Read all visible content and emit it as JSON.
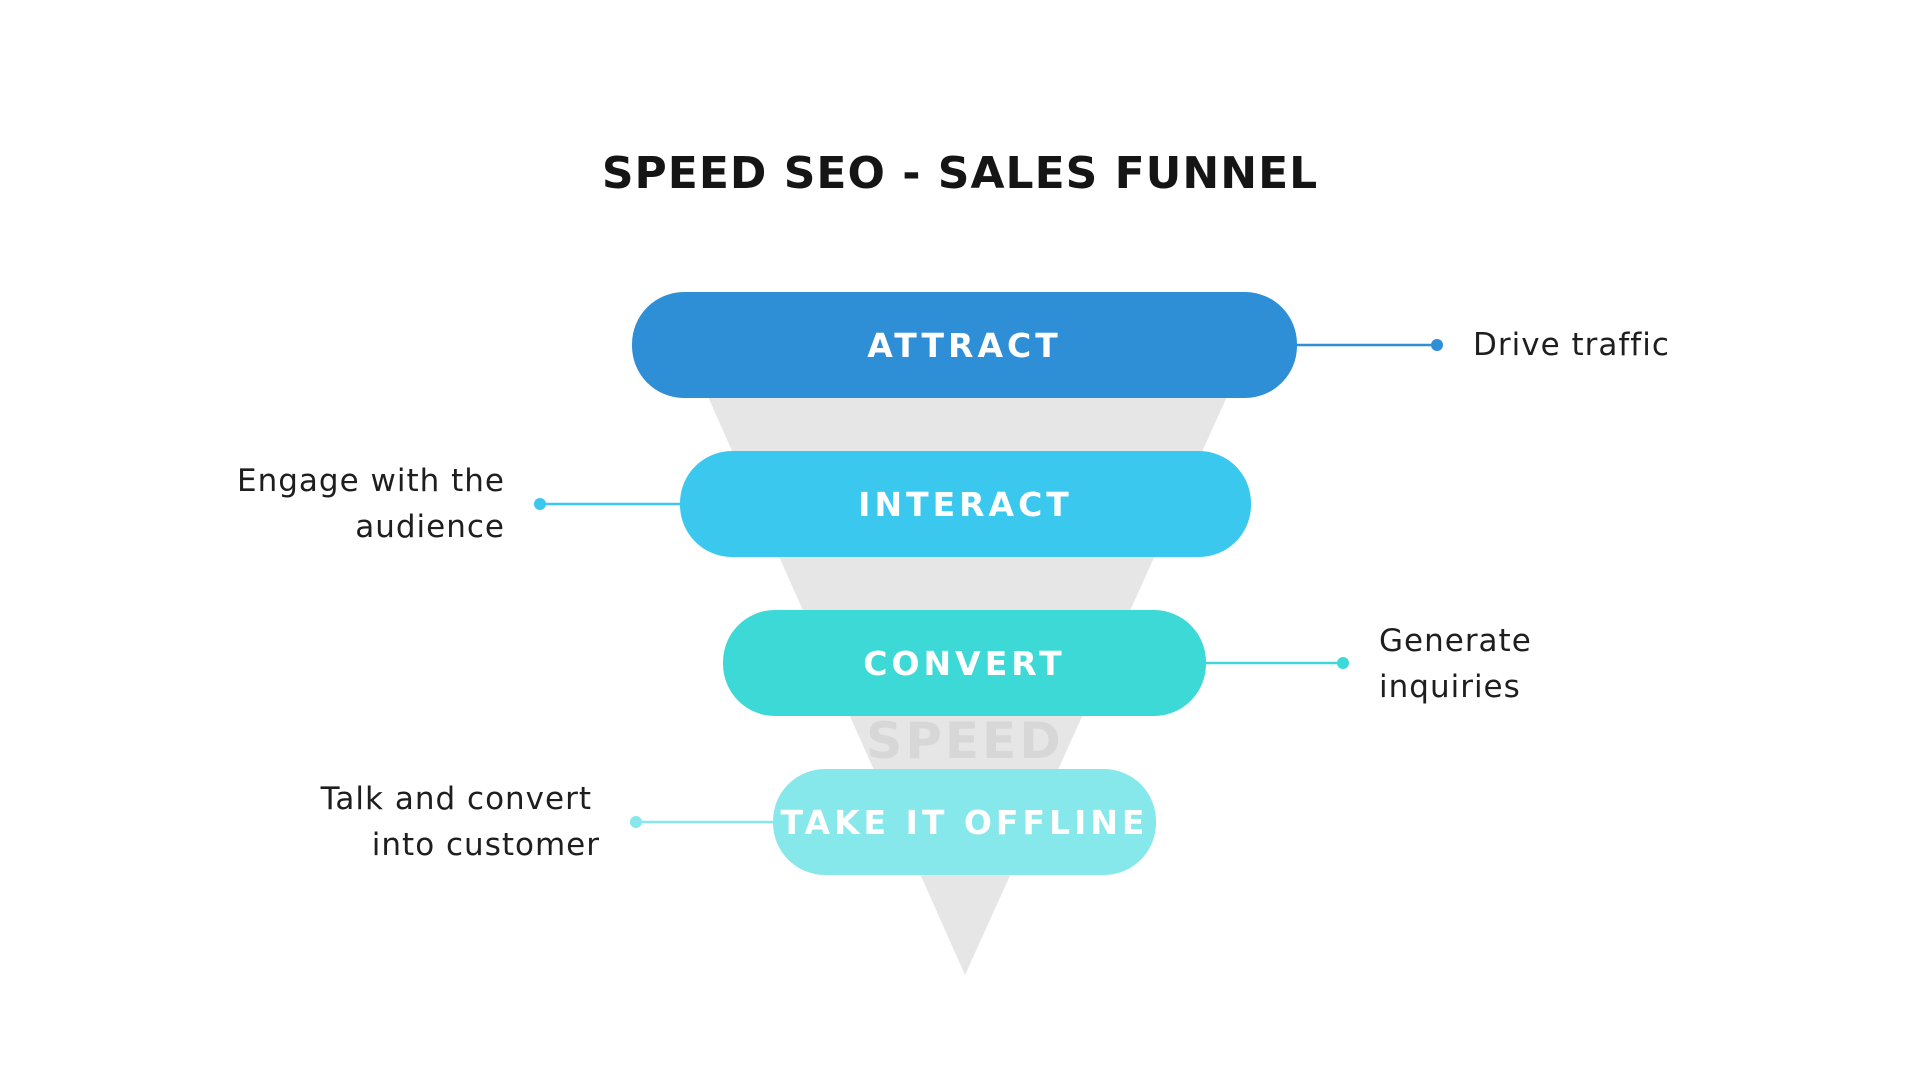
{
  "title": "SPEED SEO - SALES FUNNEL",
  "colors": {
    "funnel_background": "#e6e6e6",
    "attract": "#2e8fd6",
    "interact": "#3bc8ef",
    "convert": "#3dd9d6",
    "offline": "#86e8ea",
    "connector_attract": "#2e8fd6",
    "connector_interact": "#3bc8ef",
    "connector_convert": "#3dd9d6",
    "connector_offline": "#86e8ea"
  },
  "stages": [
    {
      "label": "ATTRACT",
      "note_lines": [
        "Drive traffic"
      ]
    },
    {
      "label": "INTERACT",
      "note_lines": [
        "Engage with the",
        "audience"
      ]
    },
    {
      "label": "CONVERT",
      "note_lines": [
        "Generate",
        "inquiries"
      ]
    },
    {
      "label": "TAKE IT OFFLINE",
      "note_lines": [
        "Talk and convert",
        "into customer"
      ]
    }
  ],
  "watermark": "SPEED"
}
